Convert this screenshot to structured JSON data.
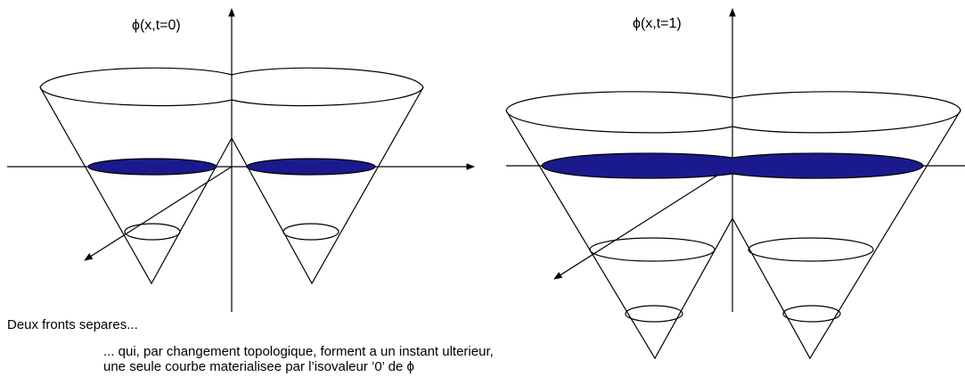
{
  "left_panel": {
    "title": "ϕ(x,t=0)"
  },
  "right_panel": {
    "title": "ϕ(x,t=1)"
  },
  "captions": {
    "line1": "Deux fronts separes...",
    "line2": "... qui, par changement topologique, forment a un instant ulterieur,",
    "line3": "une seule courbe materialisee par l’isovaleur ’0’ de  ϕ"
  },
  "colors": {
    "zero_level_fill": "#1a1a8c",
    "line": "#000000"
  }
}
